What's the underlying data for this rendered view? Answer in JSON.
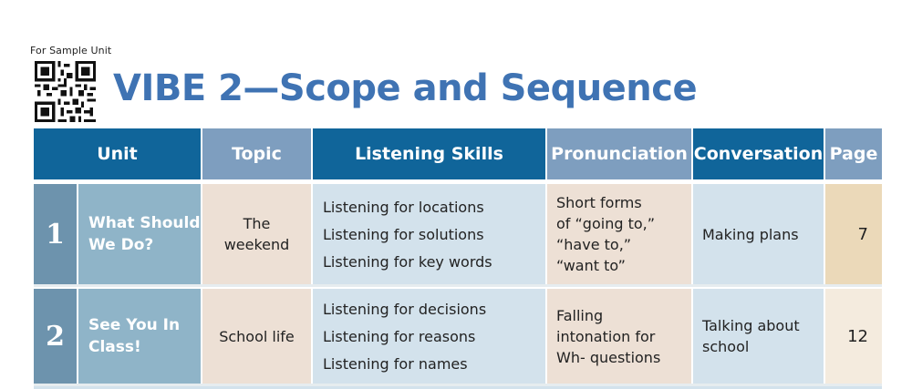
{
  "header_note": "For Sample Unit",
  "title": "VIBE 2—Scope and Sequence",
  "columns": {
    "unit": "Unit",
    "topic": "Topic",
    "listening": "Listening Skills",
    "pronunciation": "Pronunciation",
    "conversation": "Conversation",
    "page": "Page"
  },
  "rows": [
    {
      "number": "1",
      "unit_line1": "What Should",
      "unit_line2": "We Do?",
      "topic_line1": "The",
      "topic_line2": "weekend",
      "skills": [
        "Listening for locations",
        "Listening for solutions",
        "Listening for key words"
      ],
      "pronunciation": [
        "Short forms",
        "of “going to,”",
        "“have to,”",
        "“want to”"
      ],
      "conversation": "Making plans",
      "page": "7"
    },
    {
      "number": "2",
      "unit_line1": "See You In",
      "unit_line2": "Class!",
      "topic_line1": "School life",
      "skills": [
        "Listening for decisions",
        "Listening for reasons",
        "Listening for names"
      ],
      "pronunciation": [
        "Falling",
        "intonation for",
        "Wh- questions"
      ],
      "conversation": [
        "Talking about",
        "school"
      ],
      "page": "12"
    }
  ],
  "colors": {
    "header_dark": "#10659a",
    "header_light": "#7e9ebf",
    "title": "#3f73b3"
  }
}
